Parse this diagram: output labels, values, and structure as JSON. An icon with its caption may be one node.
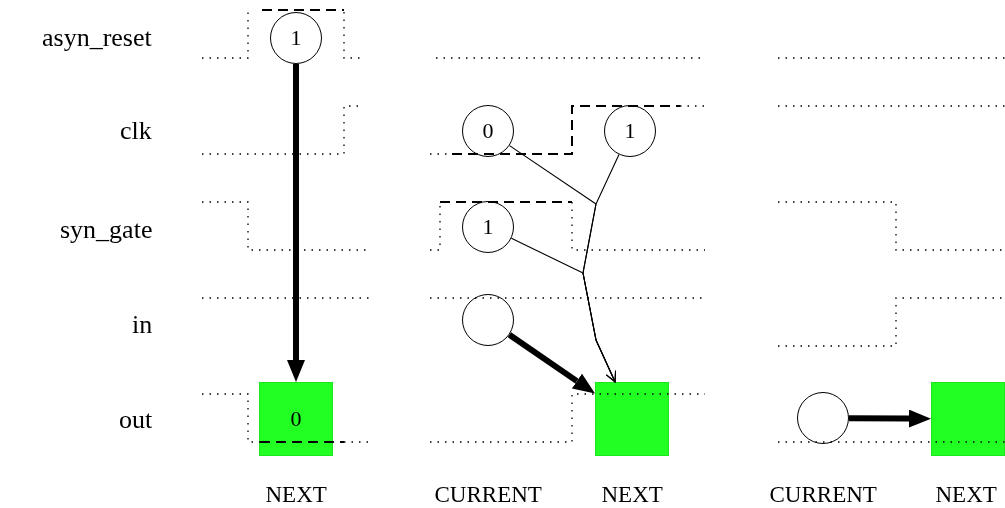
{
  "diagram": {
    "nodes": [
      {
        "text": [
          "1"
        ]
      },
      {
        "text": [
          "0"
        ]
      },
      {
        "text": [
          "0"
        ]
      },
      {
        "text": [
          "1"
        ]
      },
      {
        "text": [
          "1"
        ]
      },
      {
        "text": [],
        "shape": "circle"
      },
      {
        "text": [],
        "shape": "box"
      },
      {
        "text": [],
        "shape": "circle"
      },
      {
        "text": [],
        "shape": "box"
      }
    ],
    "edges": [
      {
        "from": 0,
        "to": 1,
        "arrow": "to",
        "style": "thick"
      },
      {
        "from": 2,
        "to": 6,
        "arrow": "to"
      },
      {
        "from": 3,
        "to": 6,
        "arrow": "to"
      },
      {
        "from": 4,
        "to": 6,
        "arrow": "to"
      },
      {
        "from": 5,
        "to": 6,
        "arrow": "to",
        "style": "thick"
      },
      {
        "from": 7,
        "to": 8,
        "arrow": "to",
        "style": "thick"
      }
    ],
    "labels": [
      "asyn_reset",
      "clk",
      "syn_gate",
      "in",
      "out",
      "NEXT",
      "CURRENT",
      "NEXT",
      "CURRENT",
      "NEXT"
    ]
  }
}
